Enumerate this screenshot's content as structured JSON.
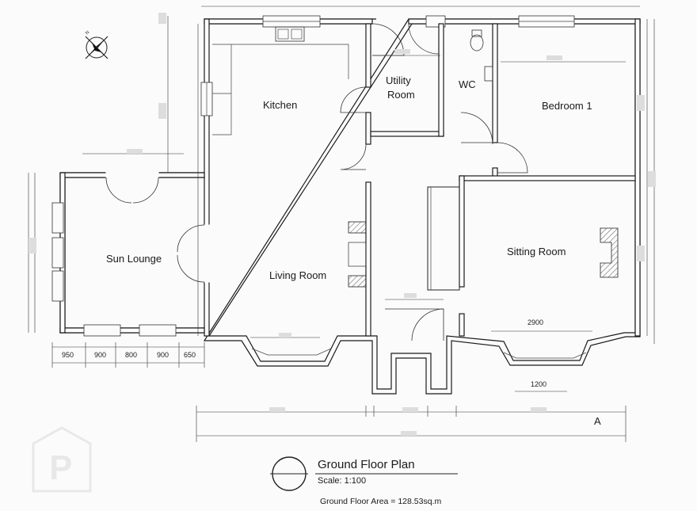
{
  "rooms": {
    "kitchen": "Kitchen",
    "utility_line1": "Utility",
    "utility_line2": "Room",
    "wc": "WC",
    "bedroom1": "Bedroom 1",
    "sun_lounge": "Sun Lounge",
    "living_room": "Living Room",
    "sitting_room": "Sitting Room"
  },
  "dimensions": {
    "bottom_row": [
      "950",
      "900",
      "800",
      "900",
      "650"
    ],
    "sitting_width": "2900",
    "bay_window": "1200",
    "section_marker": "A"
  },
  "title_block": {
    "title": "Ground Floor Plan",
    "scale": "Scale: 1:100",
    "area": "Ground Floor Area = 128.53sq.m"
  },
  "watermark": {
    "letter": "P",
    "brand_color": "#d9d9d9"
  },
  "icons": [
    "north-arrow-icon",
    "section-circle-icon"
  ]
}
